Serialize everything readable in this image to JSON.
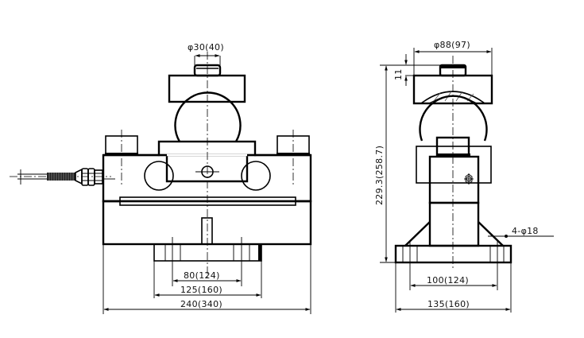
{
  "drawing": {
    "subject": "Load cell technical drawing",
    "views": [
      "front-view",
      "side-view"
    ],
    "line_color": "#000000",
    "background": "#ffffff"
  },
  "front_view": {
    "dimensions": {
      "top_button_diameter": "φ30(40)",
      "base_hole_spacing": "80(124)",
      "base_plate_width": "125(160)",
      "overall_width": "240(340)"
    }
  },
  "side_view": {
    "dimensions": {
      "top_plate_diameter": "φ88(97)",
      "button_height": "11",
      "overall_height": "229.3(258.7)",
      "mounting_holes": "4-φ18",
      "base_hole_spacing": "100(124)",
      "base_plate_width": "135(160)"
    }
  }
}
